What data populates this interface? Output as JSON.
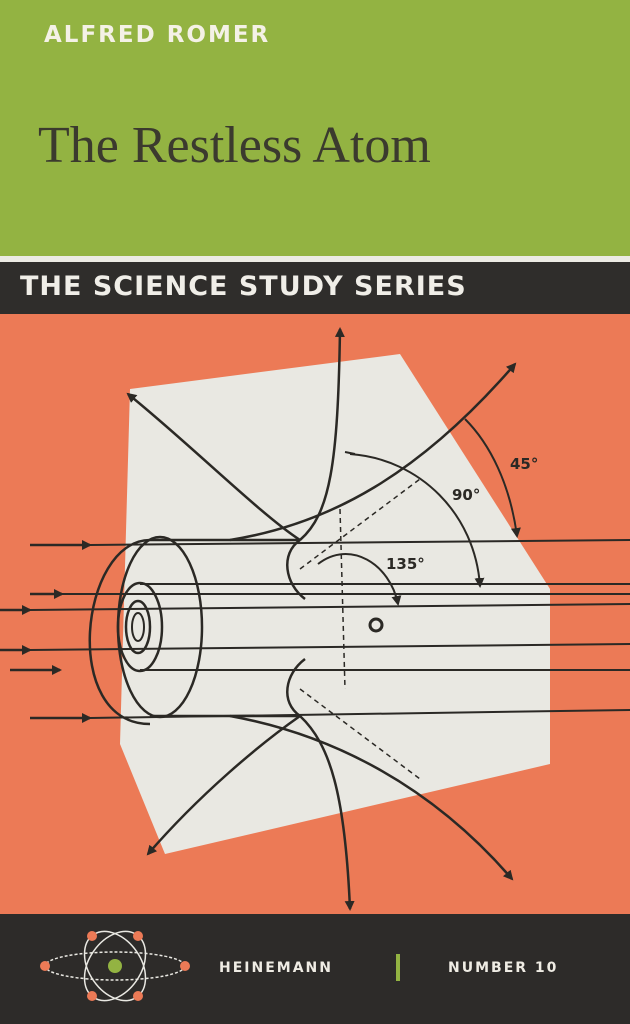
{
  "cover": {
    "author": "ALFRED ROMER",
    "title": "The Restless Atom",
    "series": "THE SCIENCE STUDY SERIES",
    "publisher": "HEINEMANN",
    "number": "NUMBER 10"
  },
  "diagram": {
    "angle_labels": [
      "45°",
      "90°",
      "135°"
    ]
  },
  "colors": {
    "green": "#93b342",
    "orange": "#ec7a56",
    "dark": "#2d2b29",
    "light": "#e9e8e2"
  }
}
